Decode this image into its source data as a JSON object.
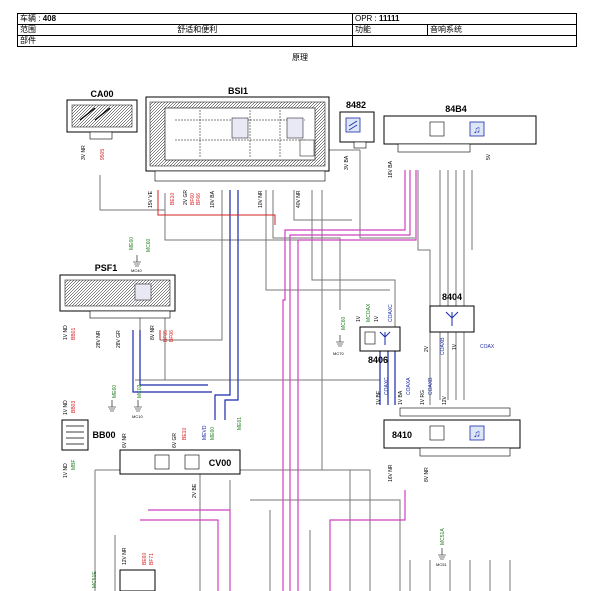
{
  "header": {
    "vehicle_label": "车辆 :",
    "vehicle_value": "408",
    "opr_label": "OPR :",
    "opr_value": "11111",
    "range_label": "范围",
    "range_value": "舒适和便利",
    "function_label": "功能",
    "function_value": "音响系统",
    "part_label": "部件"
  },
  "diagram_title": "原理",
  "components": {
    "ca00": "CA00",
    "bsi1": "BSI1",
    "c8482": "8482",
    "c84b4": "84B4",
    "psf1": "PSF1",
    "c8404": "8404",
    "c8406": "8406",
    "bb00": "BB00",
    "cv00": "CV00",
    "c8410": "8410"
  },
  "connectors": {
    "ca00": "3V NR",
    "bsi1_a": "15V VE",
    "bsi1_b": "2V GR",
    "bsi1_c": "10V BA",
    "bsi1_d": "10V NR",
    "bsi1_e": "40V NR",
    "c8482": "3V BA",
    "c84b4_a": "18V BA",
    "c84b4_b": "5V",
    "psf1_a": "1V ND",
    "psf1_b": "28V NR",
    "psf1_c": "28V GR",
    "psf1_d": "8V NR",
    "bb00_a": "1V ND",
    "bb00_b": "1V ND",
    "cv00_a": "6V NR",
    "cv00_b": "6V GR",
    "cv00_c": "2V BE",
    "c8406_a": "1V",
    "c8406_b": "1V",
    "c8404_a": "2V",
    "c8404_b": "1V",
    "c8410_a": "1V BE",
    "c8410_b": "1V BA",
    "c8410_c": "1V RG",
    "c8410_d": "12V",
    "c8410_e": "16V NR",
    "c8410_f": "8V NR",
    "bottom": "12V NR"
  },
  "wires": {
    "ca00": "9505",
    "bsi_red1": "BE10",
    "bsi_red2": "BF60",
    "bsi_red3": "BF66",
    "bsi_grn1": "ME60",
    "bsi_grn2": "MC60",
    "psf_red1": "BB01",
    "psf_red2": "BF05",
    "psf_red3": "BF06",
    "psf_grn1": "ME60",
    "psf_grn2": "MC02",
    "bb00_red": "BB03",
    "bb00_grn": "MBF",
    "cv_grn1": "ME60",
    "cv_grn2": "ME61",
    "cv_red": "BE10",
    "cv_blue": "MEVD",
    "c8406_grn": "MC60",
    "c8406_blue1": "COAXC",
    "c8406_blue2": "MCOAX",
    "c8404_blue1": "COAXB",
    "c8404_blue2": "COAX",
    "c8410_blue1": "COAXC",
    "c8410_blue2": "COAXA",
    "c8410_blue3": "COAXB",
    "c8410_grn": "MC51A",
    "bottom_red1": "BE60",
    "bottom_red2": "BF71",
    "bottom_grn": "MC51E"
  },
  "grounds": {
    "g1": "MC40",
    "g2": "MC10",
    "g3": "MC51",
    "g4": "MC70"
  },
  "colors": {
    "red": "#d42020",
    "green": "#208020",
    "blue": "#1a2aa8",
    "magenta": "#d040c0",
    "gray": "#777777"
  }
}
